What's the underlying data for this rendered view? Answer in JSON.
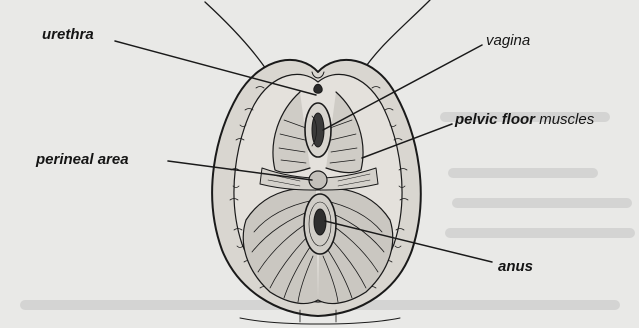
{
  "labels": {
    "urethra": "urethra",
    "vagina": "vagina",
    "pelvic_floor_bold": "pelvic floor",
    "pelvic_floor_rest": "muscles",
    "perineal_area": "perineal area",
    "anus": "anus"
  },
  "colors": {
    "background": "#e9e9e7",
    "ink": "#1a1a1a",
    "muscle_fill": "#cfccc6"
  }
}
